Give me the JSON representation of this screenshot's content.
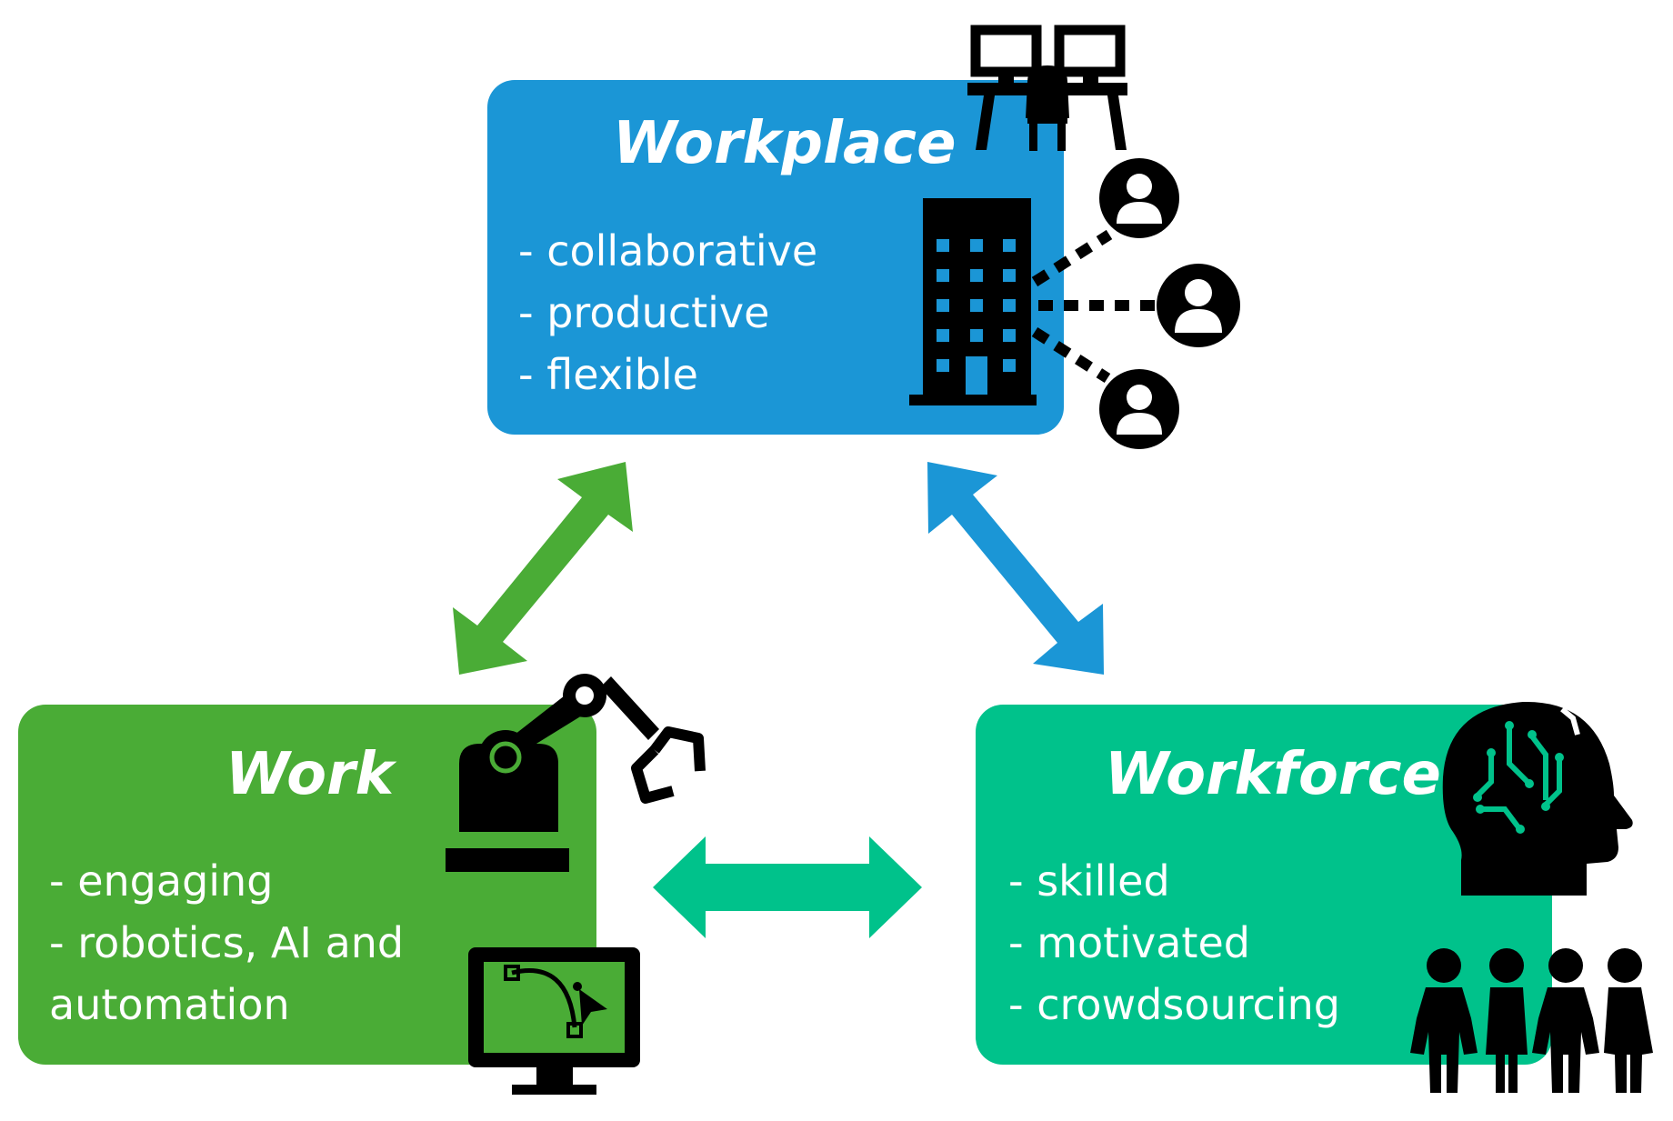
{
  "diagram": {
    "workplace": {
      "title": "Workplace",
      "items": [
        "- collaborative",
        "- productive",
        "- flexible"
      ]
    },
    "work": {
      "title": "Work",
      "items": [
        "- engaging",
        "- robotics, AI and",
        "automation"
      ]
    },
    "workforce": {
      "title": "Workforce",
      "items": [
        "- skilled",
        "- motivated",
        "- crowdsourcing"
      ]
    }
  },
  "colors": {
    "workplace": "#1b96d6",
    "work": "#4aac36",
    "workforce": "#00c28b",
    "icon": "#000000"
  },
  "icons": [
    "desks-icon",
    "office-building-icon",
    "user-icon",
    "robot-arm-icon",
    "design-monitor-icon",
    "ai-head-icon",
    "people-group-icon"
  ]
}
